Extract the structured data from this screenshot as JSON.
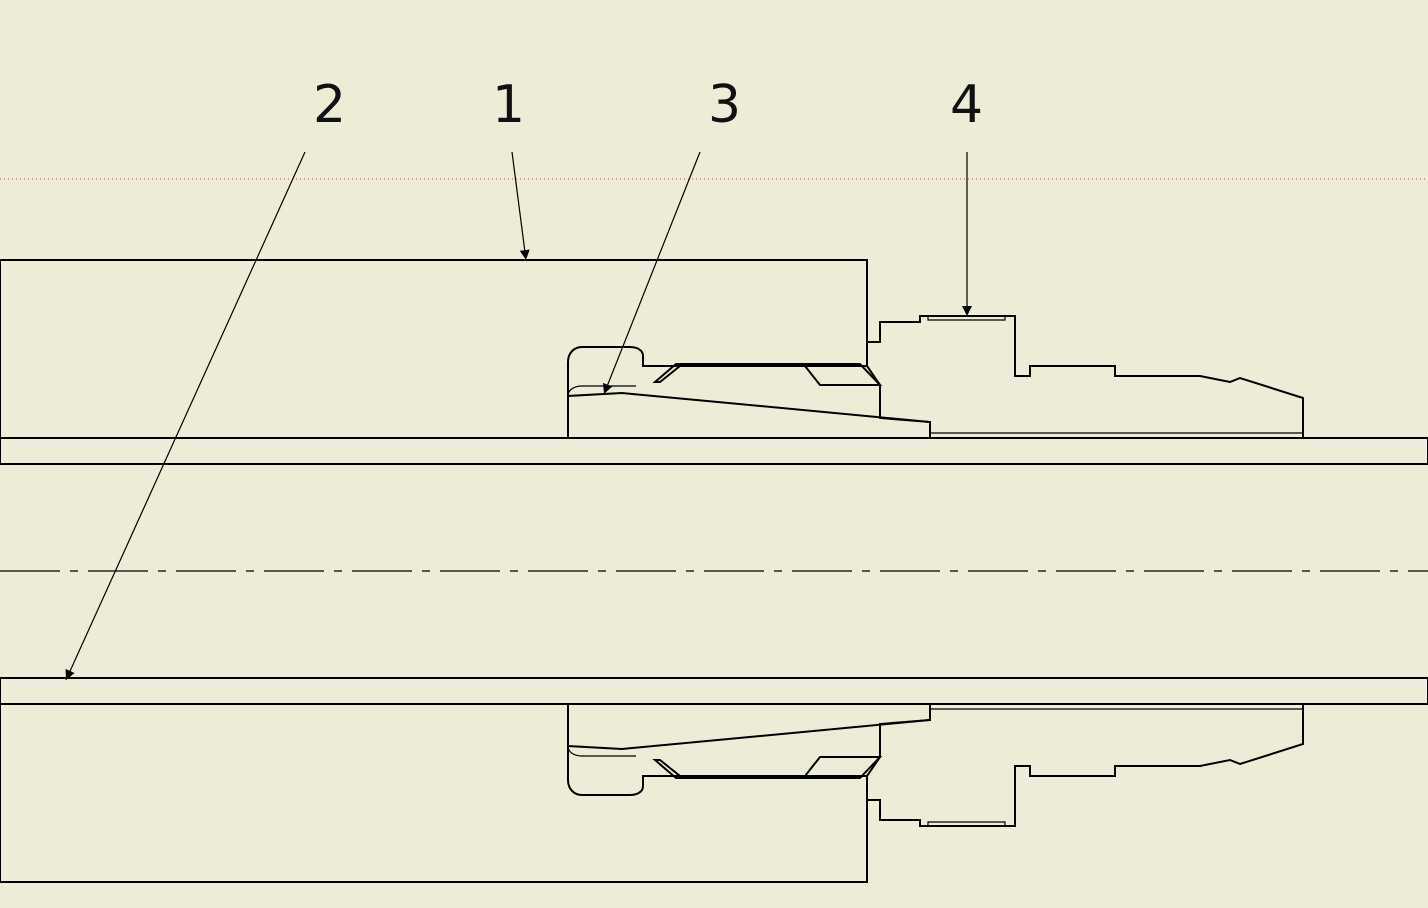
{
  "drawing": {
    "background": "#ededd7",
    "line_color": "#000000",
    "reference_line_color": "#c04040",
    "callouts": [
      {
        "label": "2",
        "part": "tube"
      },
      {
        "label": "1",
        "part": "housing"
      },
      {
        "label": "3",
        "part": "tapered-ferrule"
      },
      {
        "label": "4",
        "part": "nut"
      }
    ]
  }
}
